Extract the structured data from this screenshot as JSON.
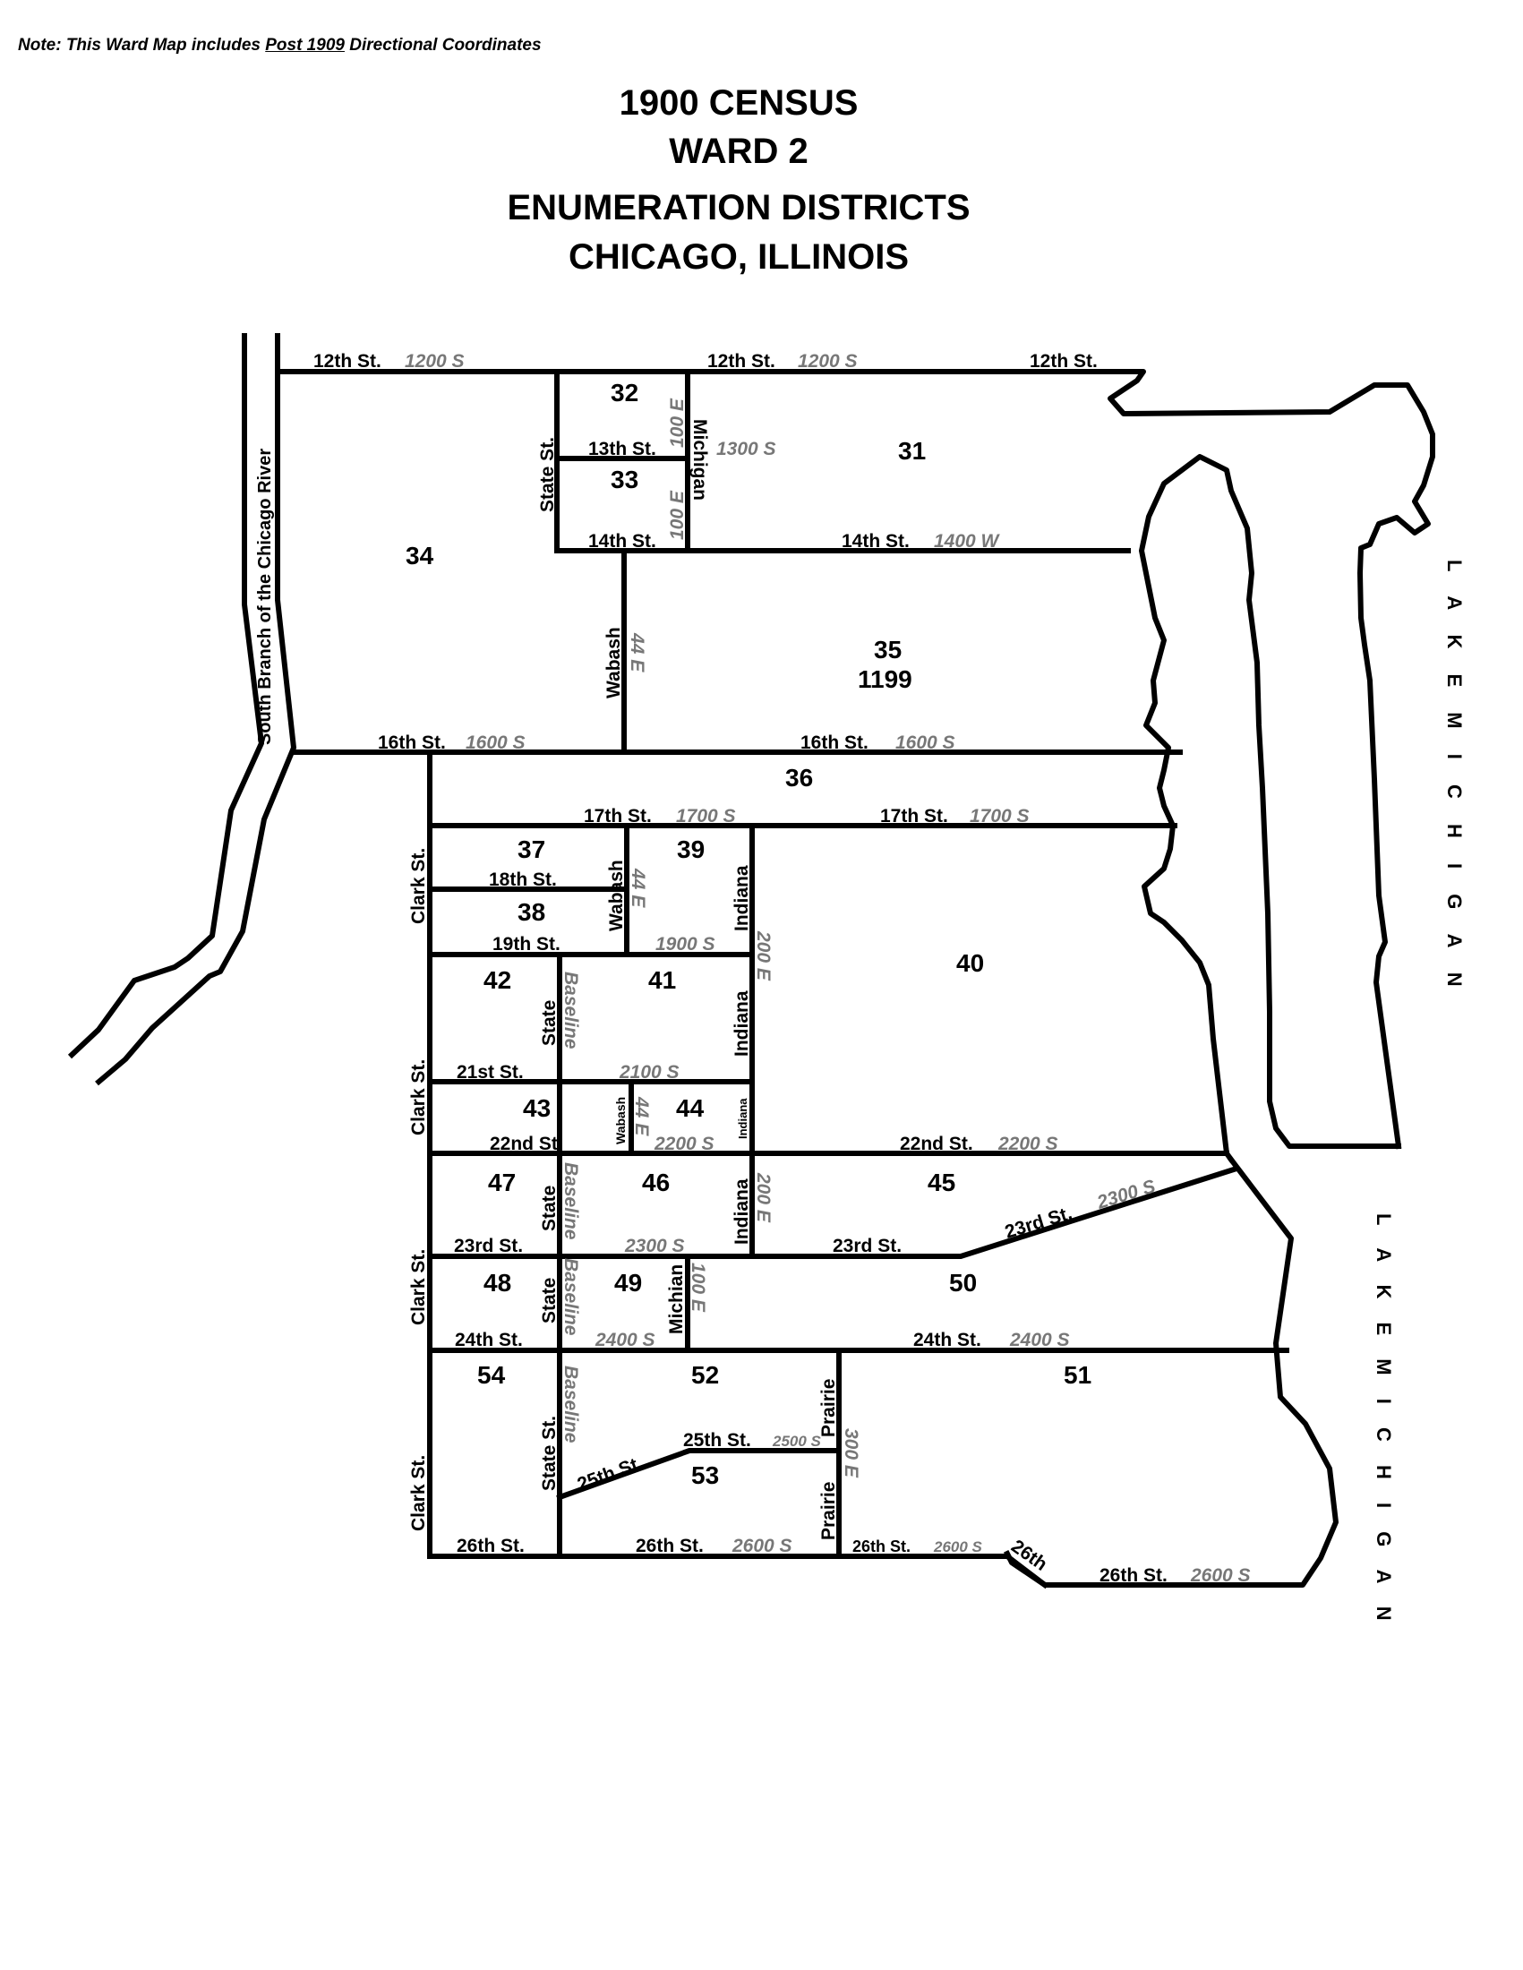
{
  "note": {
    "prefix": "Note:  This Ward Map includes ",
    "underlined": "Post 1909",
    "suffix": " Directional Coordinates"
  },
  "title": {
    "line1": "1900 CENSUS",
    "line2": "WARD 2",
    "line3": "ENUMERATION DISTRICTS",
    "line4": "CHICAGO, ILLINOIS"
  },
  "map": {
    "river_label": "South Branch of the Chicago River",
    "lake_label_upper": "L A K E   M I C H I G A N",
    "lake_label_lower": "L A K E   M I C H I G A N",
    "districts": {
      "d31": "31",
      "d32": "32",
      "d33": "33",
      "d34": "34",
      "d35": "35",
      "d35_sub": "1199",
      "d36": "36",
      "d37": "37",
      "d38": "38",
      "d39": "39",
      "d40": "40",
      "d41": "41",
      "d42": "42",
      "d43": "43",
      "d44": "44",
      "d45": "45",
      "d46": "46",
      "d47": "47",
      "d48": "48",
      "d49": "49",
      "d50": "50",
      "d51": "51",
      "d52": "52",
      "d53": "53",
      "d54": "54"
    },
    "streets": {
      "st12_a": "12th St.",
      "st12_b": "12th St.",
      "st12_c": "12th St.",
      "st13": "13th St.",
      "st14_a": "14th St.",
      "st14_b": "14th St.",
      "st16_a": "16th St.",
      "st16_b": "16th St.",
      "st17_a": "17th St.",
      "st17_b": "17th St.",
      "st18": "18th St.",
      "st19": "19th St.",
      "st21": "21st St.",
      "st22_a": "22nd St.",
      "st22_b": "22nd St.",
      "st23_a": "23rd St.",
      "st23_b": "23rd St.",
      "st23_c": "23rd St.",
      "st24_a": "24th St.",
      "st24_b": "24th St.",
      "st25_a": "25th St.",
      "st25_b": "25th St.",
      "st26_a": "26th St.",
      "st26_b": "26th St.",
      "st26_c": "26th St.",
      "st26_d": "26th",
      "st26_e": "26th St.",
      "state_1": "State St.",
      "state_2": "State",
      "state_3": "State",
      "state_4": "State",
      "state_5": "State St.",
      "michigan_1": "Michigan",
      "michigan_2": "Michian",
      "wabash_1": "Wabash",
      "wabash_2": "Wabash",
      "wabash_3": "Wabash",
      "indiana_1": "Indiana",
      "indiana_2": "Indiana",
      "indiana_3": "Indiana",
      "indiana_4": "Indiana",
      "prairie_1": "Prairie",
      "prairie_2": "Prairie",
      "clark_1": "Clark St.",
      "clark_2": "Clark St.",
      "clark_3": "Clark St.",
      "clark_4": "Clark St."
    },
    "coords": {
      "c1200_a": "1200 S",
      "c1200_b": "1200 S",
      "c1300": "1300 S",
      "c100e_a": "100 E",
      "c100e_b": "100 E",
      "c100e_c": "100 E",
      "c1400": "1400 W",
      "c44e_a": "44 E",
      "c44e_b": "44 E",
      "c44e_c": "44 E",
      "c1600_a": "1600 S",
      "c1600_b": "1600 S",
      "c1700_a": "1700 S",
      "c1700_b": "1700 S",
      "c1900": "1900 S",
      "c200e_a": "200 E",
      "c200e_b": "200 E",
      "c2100": "2100 S",
      "c2200_a": "2200 S",
      "c2200_b": "2200 S",
      "c2300_a": "2300 S",
      "c2300_b": "2300 S",
      "c2400_a": "2400 S",
      "c2400_b": "2400 S",
      "c2500": "2500 S",
      "c300e": "300 E",
      "c2600_a": "2600 S",
      "c2600_b": "2600 S",
      "c2600_c": "2600 S",
      "baseline_1": "Baseline",
      "baseline_2": "Baseline",
      "baseline_3": "Baseline",
      "baseline_4": "Baseline"
    }
  }
}
